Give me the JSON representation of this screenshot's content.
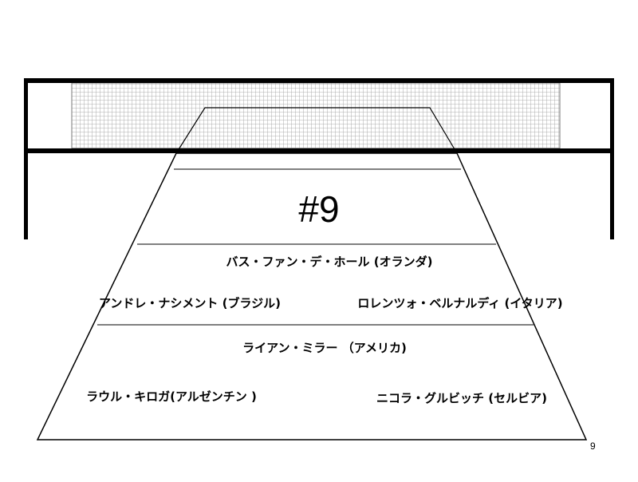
{
  "slide": {
    "title": "#9",
    "page_number": "9"
  },
  "players": [
    {
      "label": "バス・ファン・デ・ホール (オランダ)"
    },
    {
      "label": "アンドレ・ナシメント (ブラジル)"
    },
    {
      "label": "ロレンツォ・ベルナルディ (イタリア)"
    },
    {
      "label": "ライアン・ミラー （アメリカ)"
    },
    {
      "label": "ラウル・キロガ(アルゼンチン )"
    },
    {
      "label": "ニコラ・グルビッチ (セルビア)"
    }
  ],
  "colors": {
    "line": "#000000",
    "background": "#ffffff",
    "net_mesh": "#9a9a9a"
  }
}
